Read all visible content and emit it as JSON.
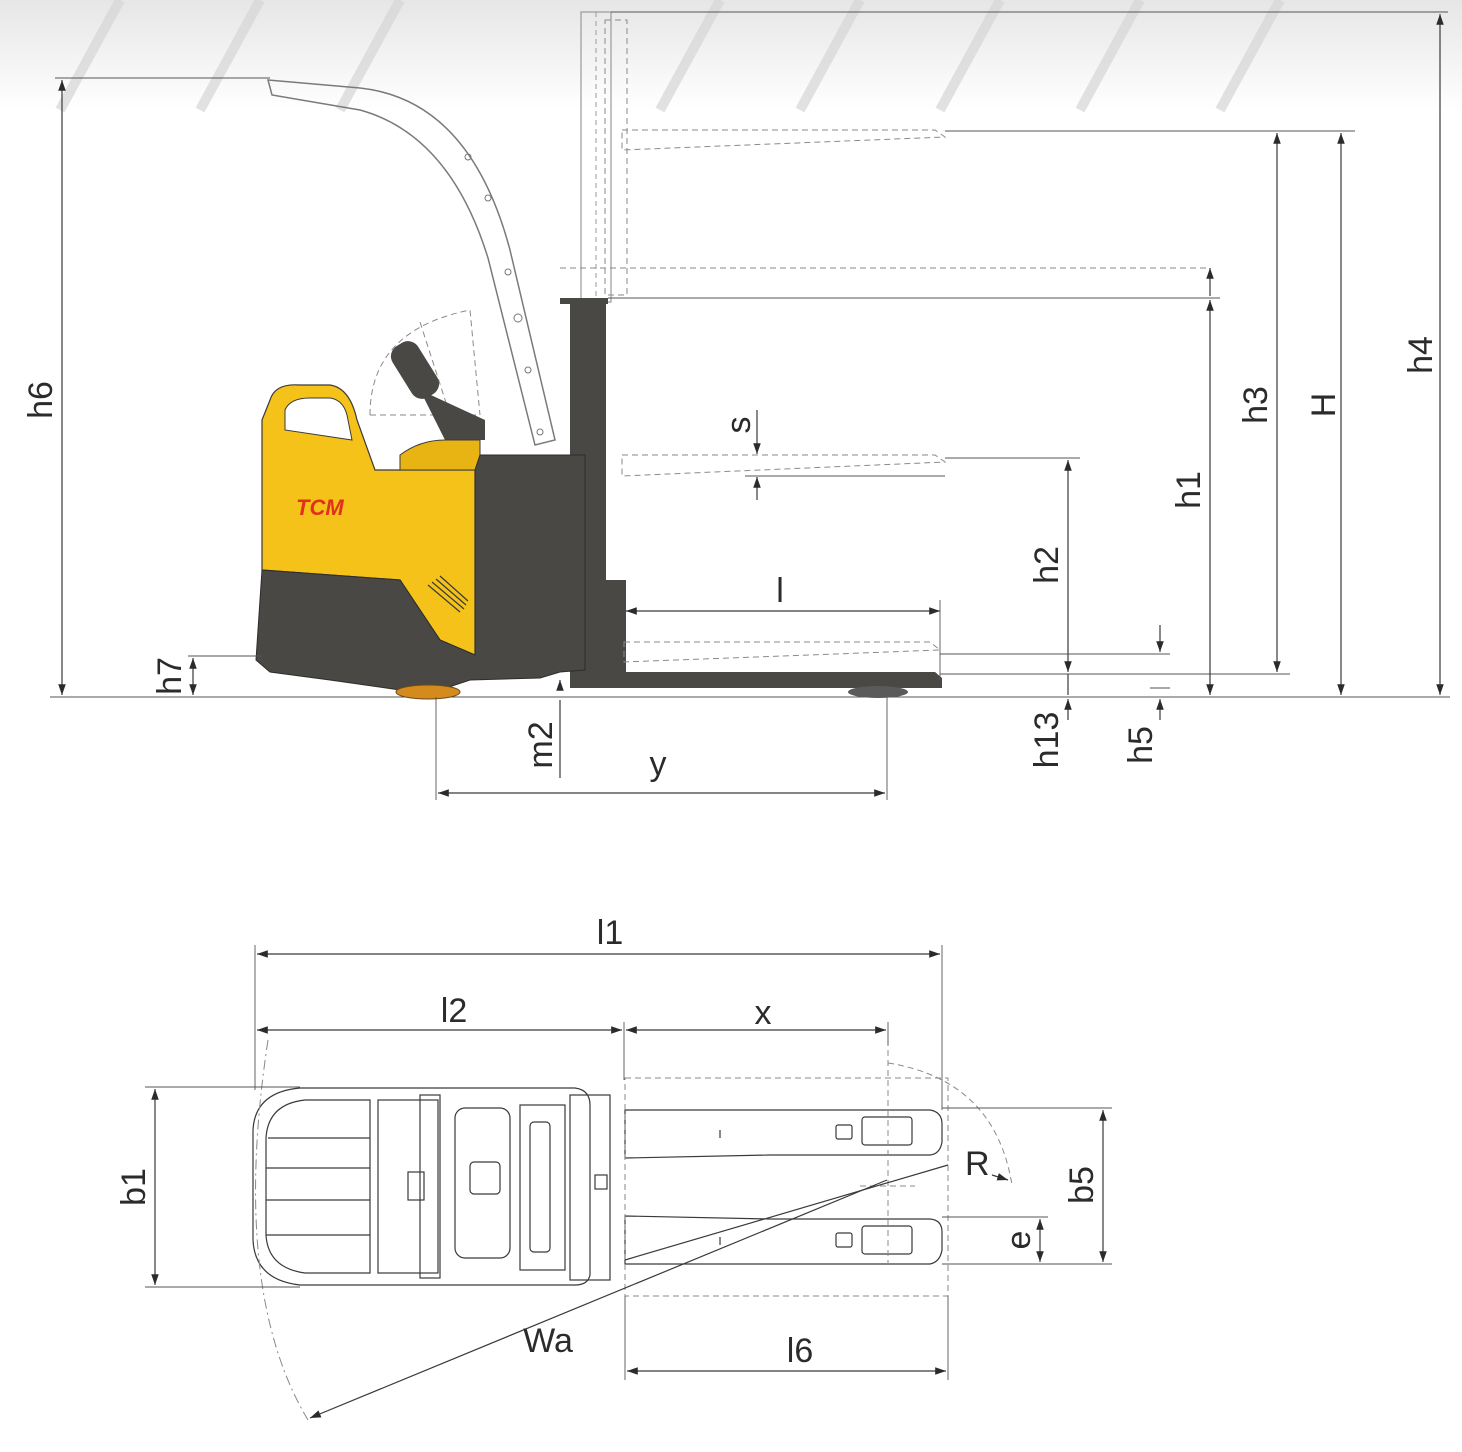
{
  "brand": {
    "logo_text": "TCM",
    "body_color": "#f5c21a",
    "chassis_color": "#4a4845",
    "logo_color": "#e0301e"
  },
  "side_view_labels": {
    "h6": "h6",
    "h7": "h7",
    "m2": "m2",
    "y": "y",
    "s": "s",
    "l": "l",
    "h2": "h2",
    "h13": "h13",
    "h5": "h5",
    "h1": "h1",
    "h3": "h3",
    "H": "H",
    "h4": "h4"
  },
  "top_view_labels": {
    "l1": "l1",
    "l2": "l2",
    "x": "x",
    "b1": "b1",
    "R": "R",
    "b5": "b5",
    "e": "e",
    "Wa": "Wa",
    "l6": "l6"
  }
}
